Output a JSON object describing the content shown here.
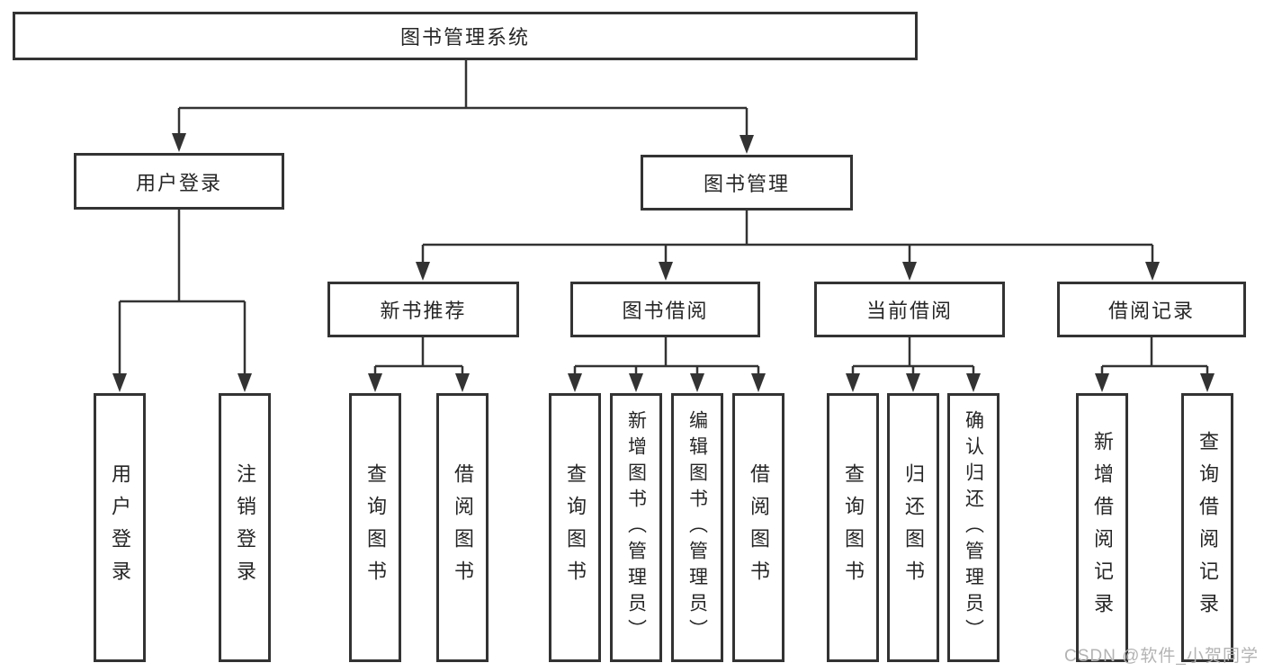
{
  "tree": {
    "root": {
      "label": "图书管理系统"
    },
    "children": [
      {
        "label": "用户登录",
        "children": [
          {
            "label": "用户登录"
          },
          {
            "label": "注销登录"
          }
        ]
      },
      {
        "label": "图书管理",
        "children": [
          {
            "label": "新书推荐",
            "children": [
              {
                "label": "查询图书"
              },
              {
                "label": "借阅图书"
              }
            ]
          },
          {
            "label": "图书借阅",
            "children": [
              {
                "label": "查询图书"
              },
              {
                "label": "新增图书（管理员）"
              },
              {
                "label": "编辑图书（管理员）"
              },
              {
                "label": "借阅图书"
              }
            ]
          },
          {
            "label": "当前借阅",
            "children": [
              {
                "label": "查询图书"
              },
              {
                "label": "归还图书"
              },
              {
                "label": "确认归还（管理员）"
              }
            ]
          },
          {
            "label": "借阅记录",
            "children": [
              {
                "label": "新增借阅记录"
              },
              {
                "label": "查询借阅记录"
              }
            ]
          }
        ]
      }
    ]
  },
  "watermark": {
    "text": "CSDN @软件_小贺同学"
  },
  "colors": {
    "line": "#333333",
    "box_border": "#333333",
    "text": "#262626",
    "watermark": "#b3b3b3",
    "background": "#ffffff"
  }
}
